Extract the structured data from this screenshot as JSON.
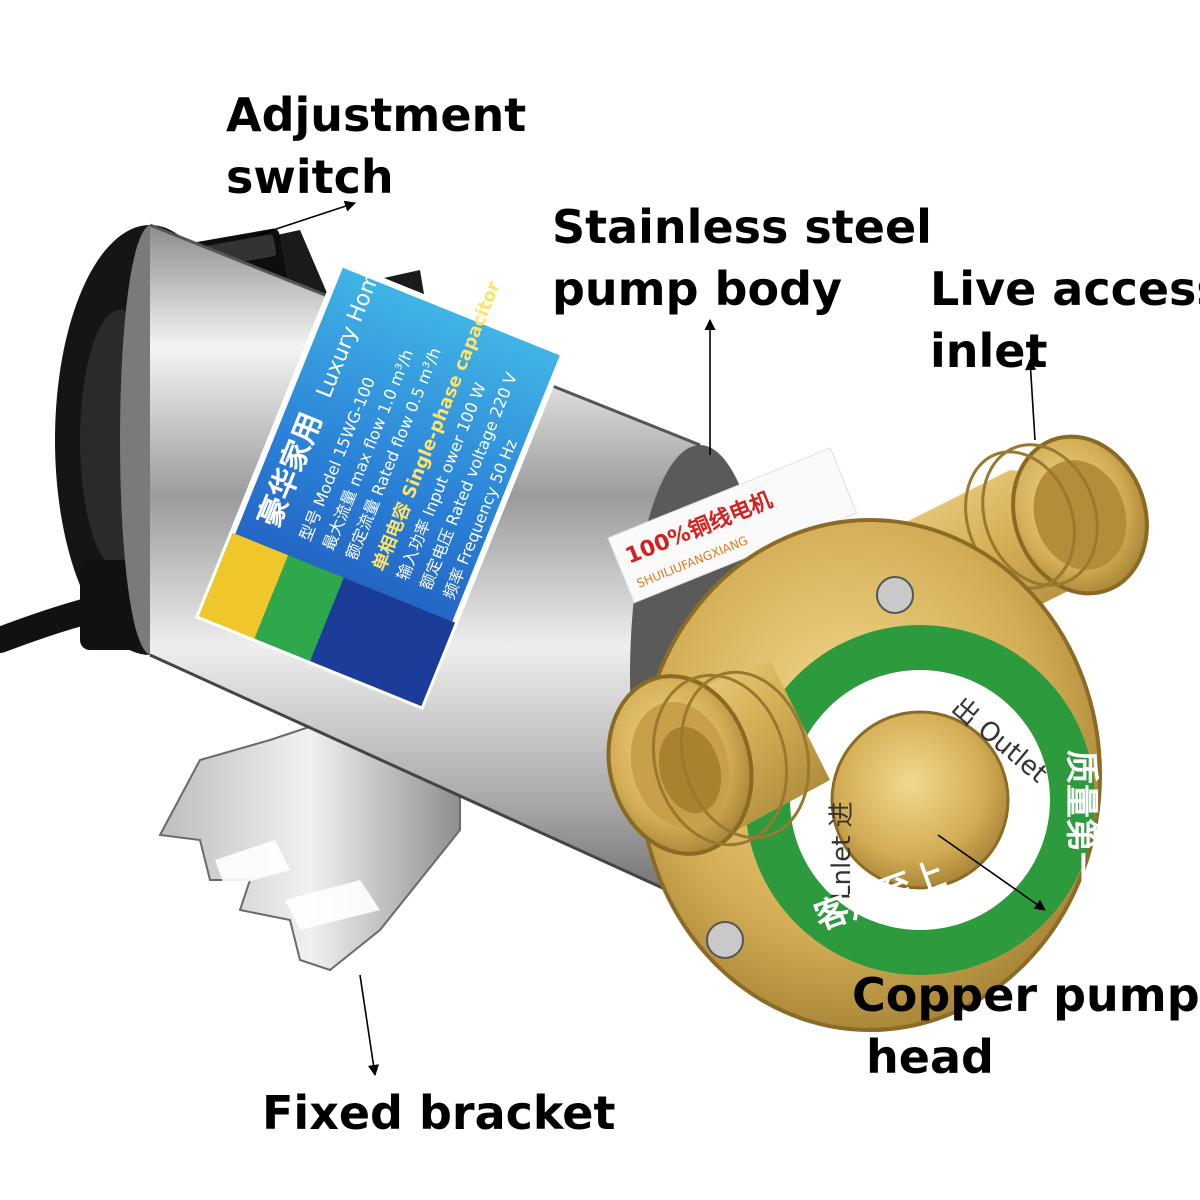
{
  "callouts": {
    "adjustment_switch": [
      "Adjustment",
      "switch"
    ],
    "pump_body": [
      "Stainless steel",
      "pump body"
    ],
    "inlet": [
      "Live access",
      "inlet"
    ],
    "pump_head": [
      "Copper pump",
      "head"
    ],
    "bracket": [
      "Fixed bracket"
    ]
  },
  "product_label": {
    "title_cn": "豪华家用",
    "title_en": "Luxury Home",
    "rows": [
      "型号 Model 15WG-100",
      "最大流量 max flow 1.0 m³/h",
      "额定流量 Rated flow 0.5 m³/h",
      "单相电容 Single-phase capacitor",
      "输入功率 Input ower 100 W",
      "额定电压 Rated voltage 220 V",
      "频率 Frequency 50 Hz"
    ],
    "sticker_text": "100%铜线电机",
    "sticker_sub": "SHUILIUFANGXIANG"
  },
  "pump_face": {
    "outlet": "出 Outlet",
    "inlet": "Lnlet 进",
    "ring_text_bottom": "客户至上",
    "ring_text_right": "质量第一"
  },
  "colors": {
    "brass": "#d9b560",
    "steel": "#c9c9c9",
    "green_ring": "#2e9a3e",
    "motor_black": "#151515"
  }
}
